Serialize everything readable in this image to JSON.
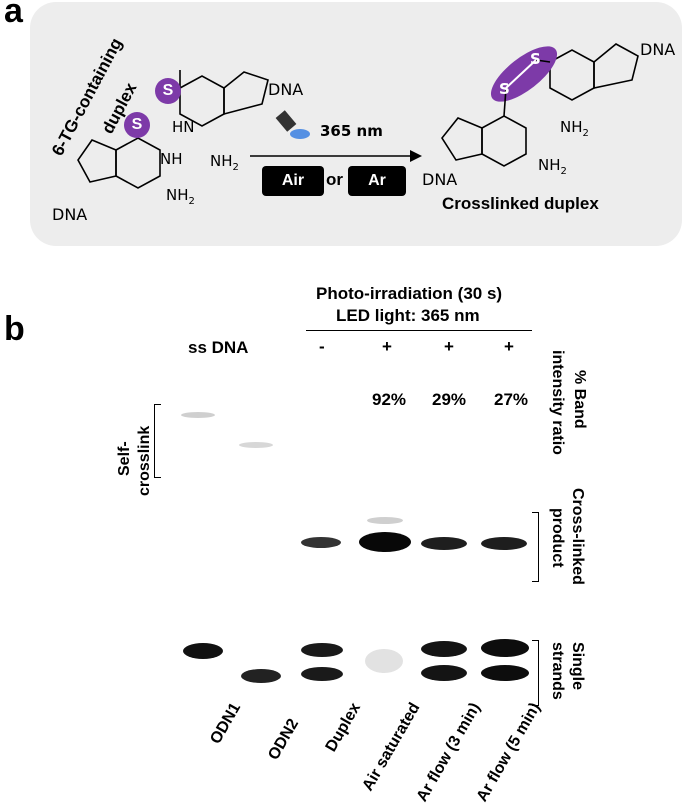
{
  "panel_a": {
    "letter": "a",
    "left_label_line1": "6-TG-containing",
    "left_label_line2": "duplex",
    "sulfur": "S",
    "dna": "DNA",
    "nh": "NH",
    "hn": "HN",
    "nh2": "NH",
    "n": "N",
    "wavelength": "365 nm",
    "condition_1": "Air",
    "or": "or",
    "condition_2": "Ar",
    "product_label": "Crosslinked duplex"
  },
  "panel_b": {
    "letter": "b",
    "header_line1": "Photo-irradiation (30 s)",
    "header_line2": "LED light: 365 nm",
    "ss_dna_label": "ss DNA",
    "lane_marks": [
      "-",
      "+",
      "+",
      "+"
    ],
    "percentages": [
      "92%",
      "29%",
      "27%"
    ],
    "right_label_band_ratio": "% Band intensity ratio",
    "right_label_band_ratio_line1": "% Band",
    "right_label_band_ratio_line2": "intensity ratio",
    "right_label_crosslinked_line1": "Cross-linked",
    "right_label_crosslinked_line2": "product",
    "right_label_single_line1": "Single",
    "right_label_single_line2": "strands",
    "left_label_self_line1": "Self-",
    "left_label_self_line2": "crosslink",
    "lanes": [
      "ODN1",
      "ODN2",
      "Duplex",
      "Air saturated",
      "Ar flow (3 min)",
      "Ar flow (5 min)"
    ]
  },
  "colors": {
    "scheme_background": "#ededed",
    "sulfur_highlight": "#7d3aa8",
    "light_beam": "#3a7fe0"
  }
}
